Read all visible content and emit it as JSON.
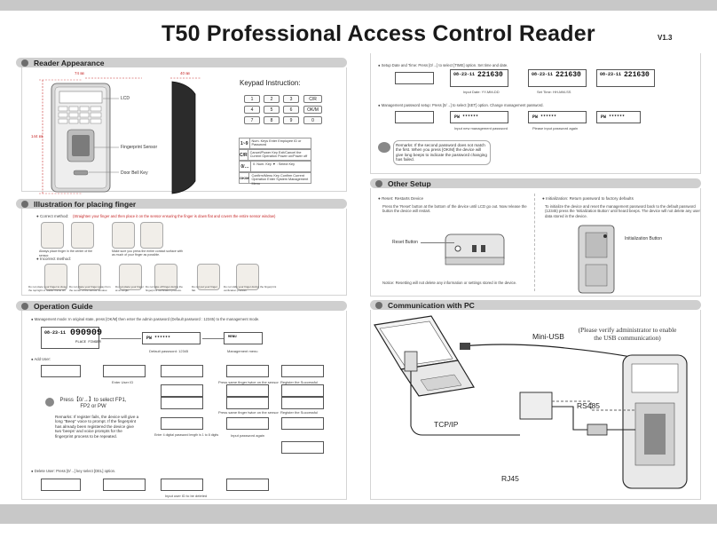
{
  "header": {
    "title": "T50  Professional Access Control Reader",
    "version": "V1.3"
  },
  "sections": {
    "reader_appearance": "Reader Appearance",
    "placing_finger": "Illustration for placing finger",
    "operation_guide": "Operation Guide",
    "other_setup": "Other Setup",
    "communication": "Communication with PC"
  },
  "appearance": {
    "lcd": "LCD",
    "fingerprint_sensor": "Fingerprint Sensor",
    "door_bell_key": "Door Bell Key",
    "width_dim": "74 ㎜",
    "depth_dim": "40 ㎜",
    "height_dim": "144 ㎜"
  },
  "keypad": {
    "title": "Keypad Instruction:",
    "keys": [
      "1",
      "2",
      "3",
      "C/R",
      "4",
      "5",
      "6",
      "OK/M",
      "7",
      "8",
      "9",
      "0"
    ],
    "legend": [
      {
        "key": "1~9",
        "desc": "Num. Keys  Enter Employee ID or Password"
      },
      {
        "key": "C/R",
        "desc": "Cancel/Power Key  Exit/Cancel the Current Operation  Power on/Power off"
      },
      {
        "key": "0/…",
        "desc": "0: Num. Key  ▼ : Select Key"
      },
      {
        "key": "OK/M",
        "desc": "Confirm/Menu Key  Confirm Current Operation  Enter System Management Menu"
      }
    ]
  },
  "finger": {
    "correct_label": "Correct method:",
    "correct_note": "(Straighten your finger and then place it on the sensor ensuring the finger is down flat and covers the entire sensor window)",
    "incorrect_label": "Incorrect method:",
    "correct_captions": [
      "Always place finger in the center of the sensor.",
      "Make sure you press the entire contact surface with as much of your finger as possible."
    ],
    "incorrect_captions": [
      "Do not place your finger to close the top/right of reader frame sill",
      "Do not place your finger away from the center of the sensor window.",
      "Do not place your finger at an angle.",
      "Do not take off finger during the fingerprint verification process.",
      "Do not put your finger flat.",
      "Do not slide your finger during the fingerprint verification process."
    ]
  },
  "operation": {
    "management": "Management mode: In original state, press [OK/M] then enter the admin password (Default password : 12345) to the management mode.",
    "add_user": "Add User:",
    "delete_user": "Delete User: Press [0/→] key select [DEL] option.",
    "lcd_date": "08-23-11",
    "lcd_time": "090909",
    "place_finger": "PLACE FINGER",
    "default_password": "Default password: 12345",
    "management_menu": "Management menu",
    "enter_user_id": "Enter User ID",
    "press_same": "Press same finger twice on the sensor",
    "register_success": "Register the Successful",
    "enter_password": "Enter 4 digital password length is 1 to 8 digits",
    "input_password": "Input password again",
    "enter_user_id_delete": "Input user ID to be deleted",
    "press_hint": "Press【0/→】to select FP1, FP2 or PW",
    "remarks": "Remarks: If register fails, the device will give a long \"Beep\" voice to prompt. If the fingerprint has already been registered the device give two 'beeps' and voice prompts for the fingerprint process to be repeated."
  },
  "setup": {
    "set_date_time": "Setup Date and Time: Press [0/→] to select [TIME] option. Set time and date.",
    "management_password": "Management password setup: Press [0/→] to select [SET] option. Change management password.",
    "date_display": "08-23-11",
    "time_display": "221630",
    "input_date": "Input Date: YY-MM-DD",
    "set_time": "Set Time: HH-MM-SS",
    "input_new": "Input new management password",
    "input_again": "Please input password again",
    "pw_remarks": "Remarks: If the second password does not match the first. When you press [OK/M] the device will give long beeps to indicate the password changing has failed."
  },
  "other_setup": {
    "reset_title": "Reset: Restarts Device",
    "reset_desc": "Press the 'Reset' button at the bottom of the device until LCD go out. Now release the button the device will restart.",
    "reset_button": "Reset Button",
    "reset_notice": "Notice: Resetting will not delete any information or settings stored in the device.",
    "init_title": "Initialization: Return password to factory defaults",
    "init_desc": "To initialize the device and reset the management password back to the default password (12345) press the 'Initialization Button' until heard beeps. The device will not delete any user data stored in the device.",
    "init_button": "Initialization Button"
  },
  "communication": {
    "mini_usb": "Mini-USB",
    "admin_note": "(Please verify administrator to enable the USB communication)",
    "rs485": "RS485",
    "tcpip": "TCP/IP",
    "rj45": "RJ45"
  }
}
